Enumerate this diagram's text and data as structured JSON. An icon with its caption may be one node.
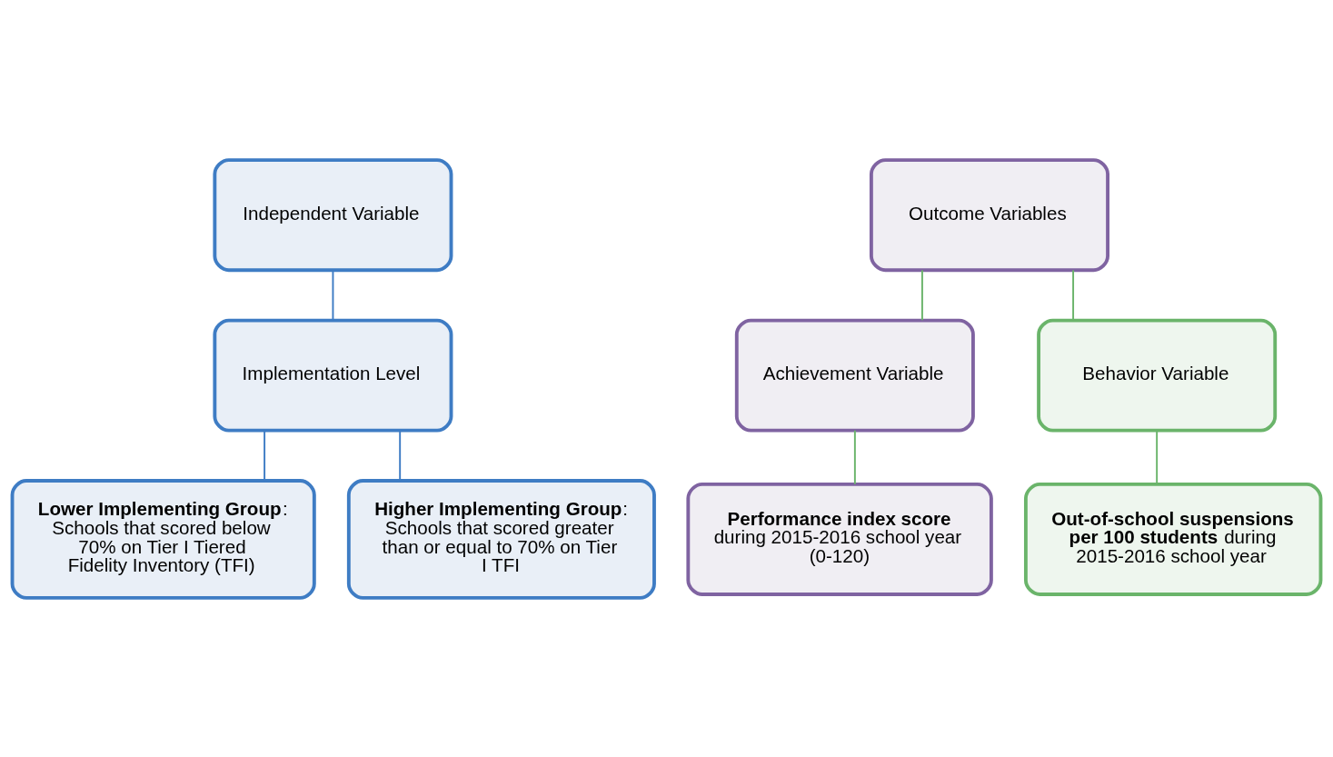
{
  "diagram": {
    "nodes": [
      {
        "text": [
          "Independent Variable"
        ]
      },
      {
        "text": [
          "Implementation Level"
        ]
      },
      {
        "text": [
          "**Lower Implementing Group**: Schools that scored below 70% on Tier I Tiered Fidelity Inventory (TFI)"
        ]
      },
      {
        "text": [
          "**Higher Implementing Group**: Schools that scored greater than or equal to 70% on Tier I TFI"
        ]
      },
      {
        "text": [
          "Outcome Variables"
        ]
      },
      {
        "text": [
          "Achievement Variable"
        ]
      },
      {
        "text": [
          "Behavior Variable"
        ]
      },
      {
        "text": [
          "**Performance index score** during 2015-2016 school year (0-120)"
        ]
      },
      {
        "text": [
          "**Out-of-school suspensions per 100 students** during 2015-2016 school year"
        ]
      }
    ],
    "edges": [
      {
        "from": 0,
        "to": 1,
        "arrow": "none",
        "color": "#3e7cc4"
      },
      {
        "from": 1,
        "to": 2,
        "arrow": "none",
        "color": "#3e7cc4"
      },
      {
        "from": 1,
        "to": 3,
        "arrow": "none",
        "color": "#3e7cc4"
      },
      {
        "from": 4,
        "to": 5,
        "arrow": "none"
      },
      {
        "from": 4,
        "to": 6,
        "arrow": "none"
      },
      {
        "from": 5,
        "to": 7,
        "arrow": "none"
      },
      {
        "from": 6,
        "to": 8,
        "arrow": "none"
      }
    ]
  }
}
